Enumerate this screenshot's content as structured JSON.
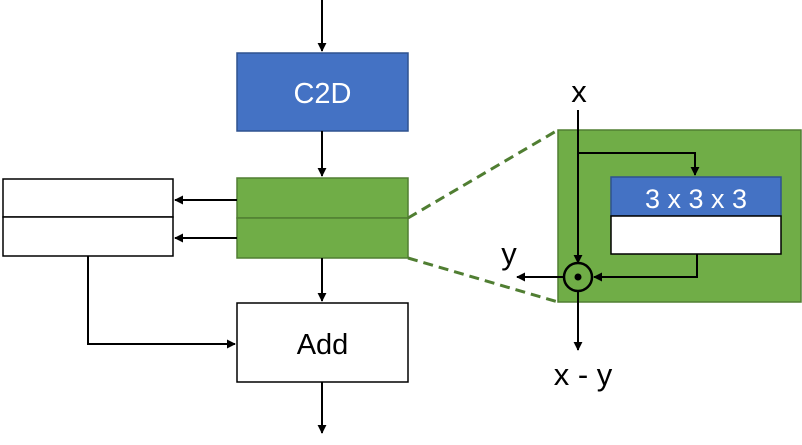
{
  "blocks": {
    "c2d_label": "C2D",
    "add_label": "Add"
  },
  "inset": {
    "kernel_label": "3 x 3 x 3",
    "input_label": "x",
    "gate_output_label": "y",
    "result_label": "x - y"
  },
  "colors": {
    "blue": "#4472c4",
    "green": "#70ad47",
    "green_dark": "#507e32",
    "stroke": "#000000",
    "white": "#ffffff"
  }
}
